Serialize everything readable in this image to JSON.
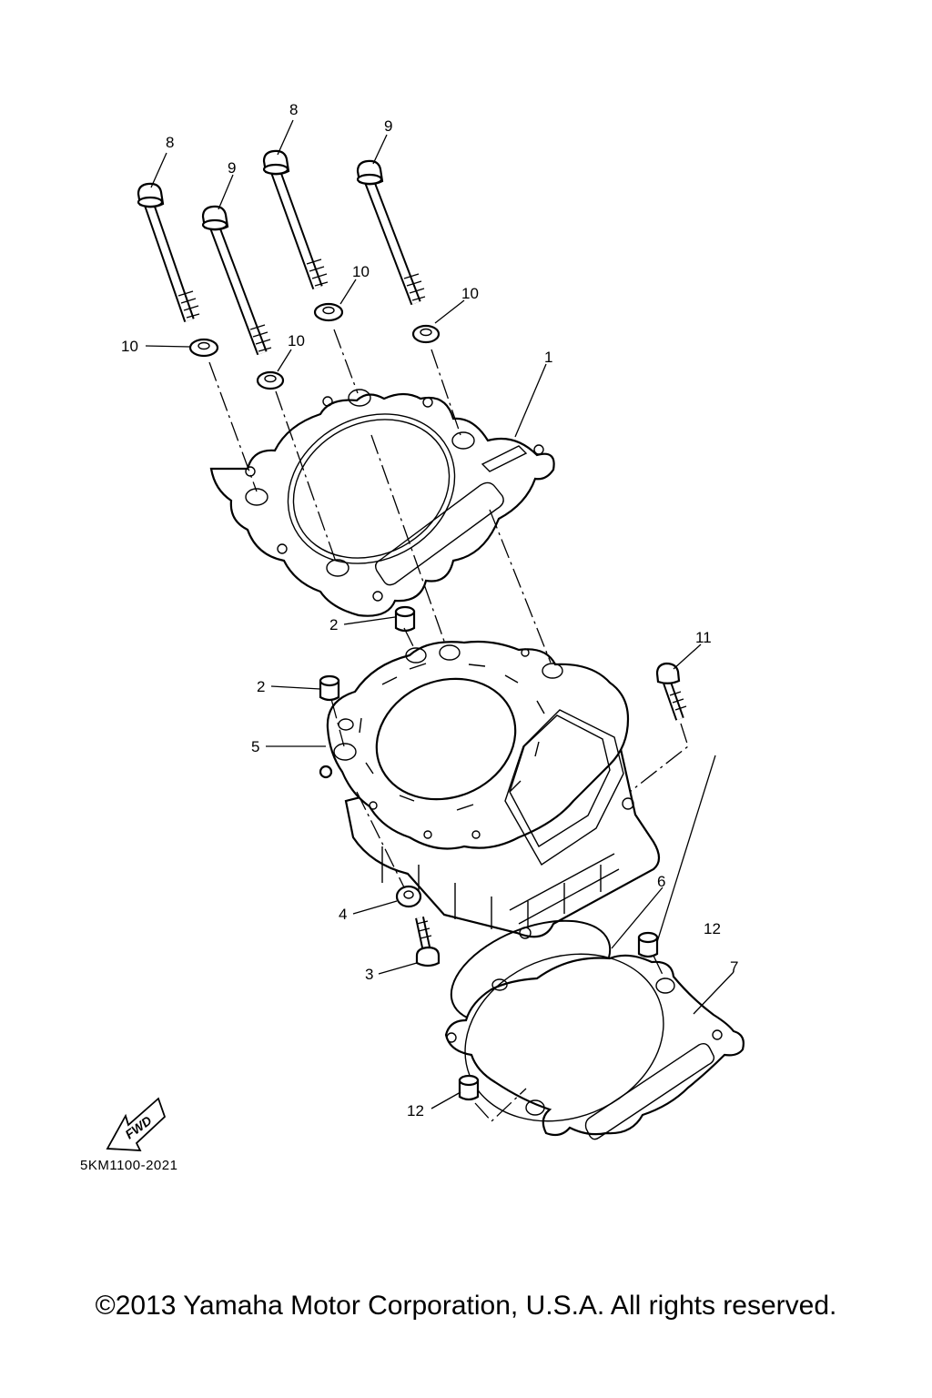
{
  "diagram": {
    "callouts": {
      "c1": "1",
      "c2a": "2",
      "c2b": "2",
      "c3": "3",
      "c4": "4",
      "c5": "5",
      "c6": "6",
      "c7": "7",
      "c8a": "8",
      "c8b": "8",
      "c9a": "9",
      "c9b": "9",
      "c10a": "10",
      "c10b": "10",
      "c10c": "10",
      "c10d": "10",
      "c11": "11",
      "c12a": "12",
      "c12b": "12"
    },
    "fwd_label": "FWD",
    "drawing_code": "5KM1100-2021"
  },
  "footer": {
    "copyright": "©2013 Yamaha Motor Corporation, U.S.A. All rights reserved."
  }
}
